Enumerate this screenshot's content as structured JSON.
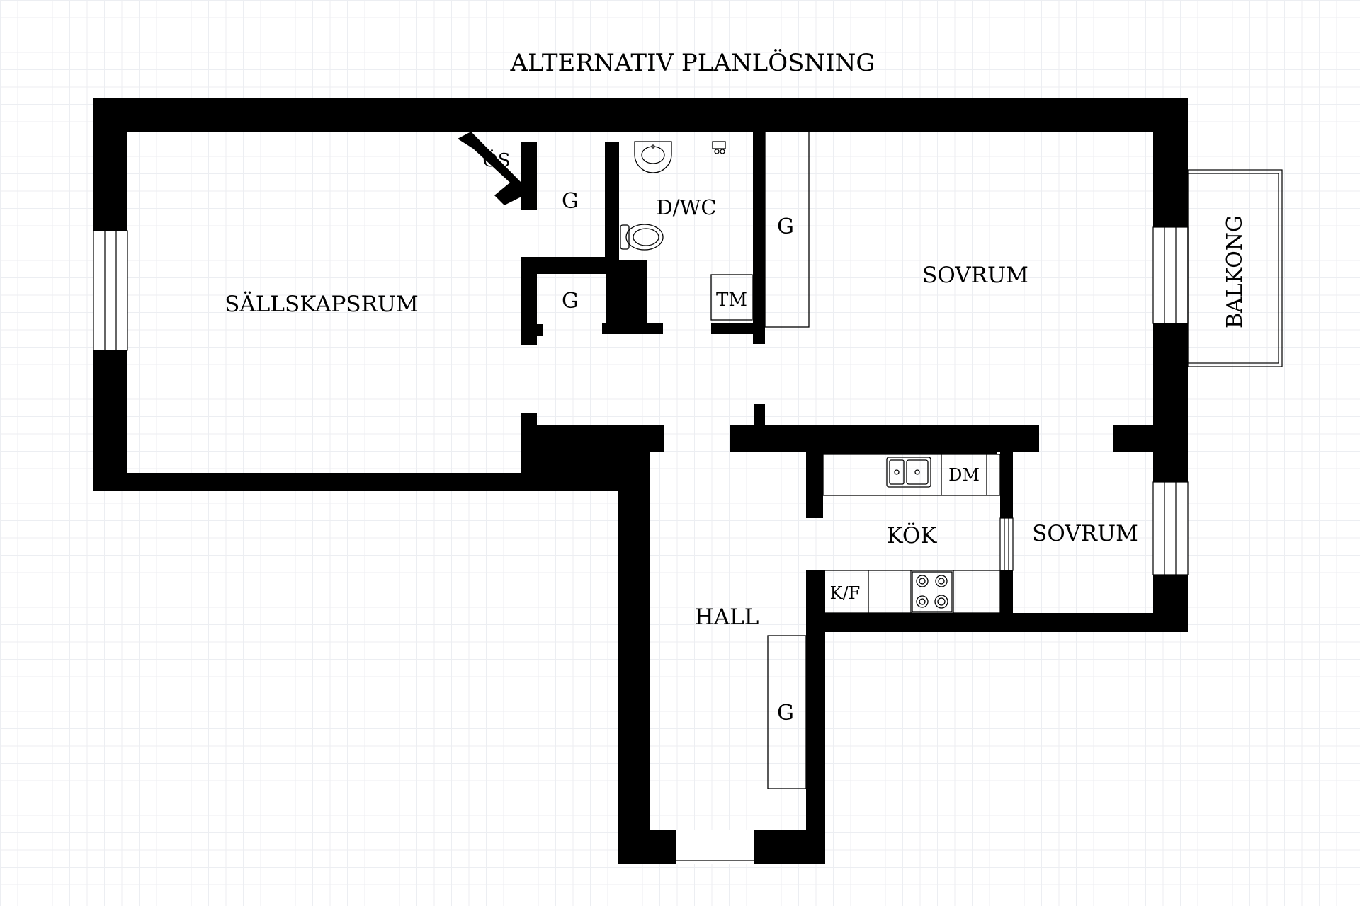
{
  "title": "ALTERNATIV PLANLÖSNING",
  "rooms": {
    "sallskapsrum": "SÄLLSKAPSRUM",
    "sovrum_large": "SOVRUM",
    "sovrum_small": "SOVRUM",
    "kok": "KÖK",
    "hall": "HALL",
    "dwc": "D/WC",
    "balkong": "BALKONG"
  },
  "fixtures": {
    "os": "ÖS",
    "g_upper": "G",
    "g_lower": "G",
    "g_sovrum": "G",
    "g_hall": "G",
    "tm": "TM",
    "dm": "DM",
    "kf": "K/F"
  }
}
